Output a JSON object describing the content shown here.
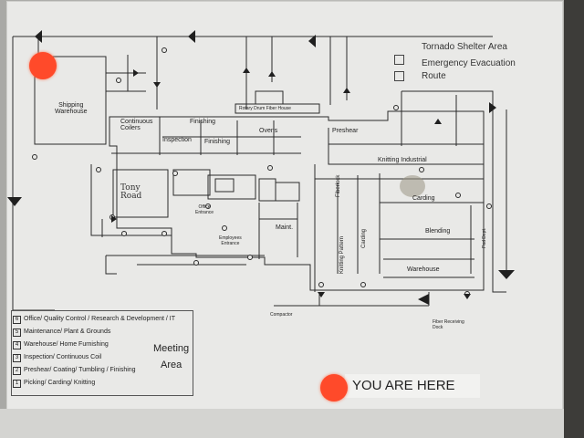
{
  "legend": {
    "tornado": "Tornado Shelter Area",
    "evac": "Emergency Evacuation",
    "route": "Route"
  },
  "rooms": {
    "shipping": "Shipping\nWarehouse",
    "continuous_coilers": "Continuous\nCoilers",
    "finishing1": "Finishing",
    "inspection": "Inspection",
    "finishing2": "Finishing",
    "ovens": "Ovens",
    "rotary": "Rotary Drum Fiber House",
    "preshear": "Preshear",
    "knitting": "Knitting Industrial",
    "carding": "Carding",
    "blending": "Blending",
    "warehouse": "Warehouse",
    "maint": "Maint.",
    "fiberlock": "Fiberlock",
    "carding_v": "Carding",
    "knitting_pattern": "Knitting Pattern",
    "pad_dept": "Pad Dept.",
    "office_entrance": "Office\nEntrance",
    "employees_entrance": "Employees\nEntrance",
    "compactor": "Compactor",
    "fiber_receiving": "Fiber Receiving\nDock",
    "handwriting": "Tony\nRoad"
  },
  "meeting": {
    "items": [
      {
        "num": "6",
        "text": "Office/ Quality Control / Research & Development / IT"
      },
      {
        "num": "5",
        "text": "Maintenance/ Plant & Grounds"
      },
      {
        "num": "4",
        "text": "Warehouse/ Home Furnishing"
      },
      {
        "num": "3",
        "text": "Inspection/ Continuous Coil"
      },
      {
        "num": "2",
        "text": "Preshear/ Coating/ Tumbling / Finishing"
      },
      {
        "num": "1",
        "text": "Picking/ Carding/ Knitting"
      }
    ],
    "title_line1": "Meeting",
    "title_line2": "Area"
  },
  "you_are_here": "YOU ARE HERE",
  "colors": {
    "marker": "#ff4a2a",
    "line": "#2b2b2b"
  }
}
